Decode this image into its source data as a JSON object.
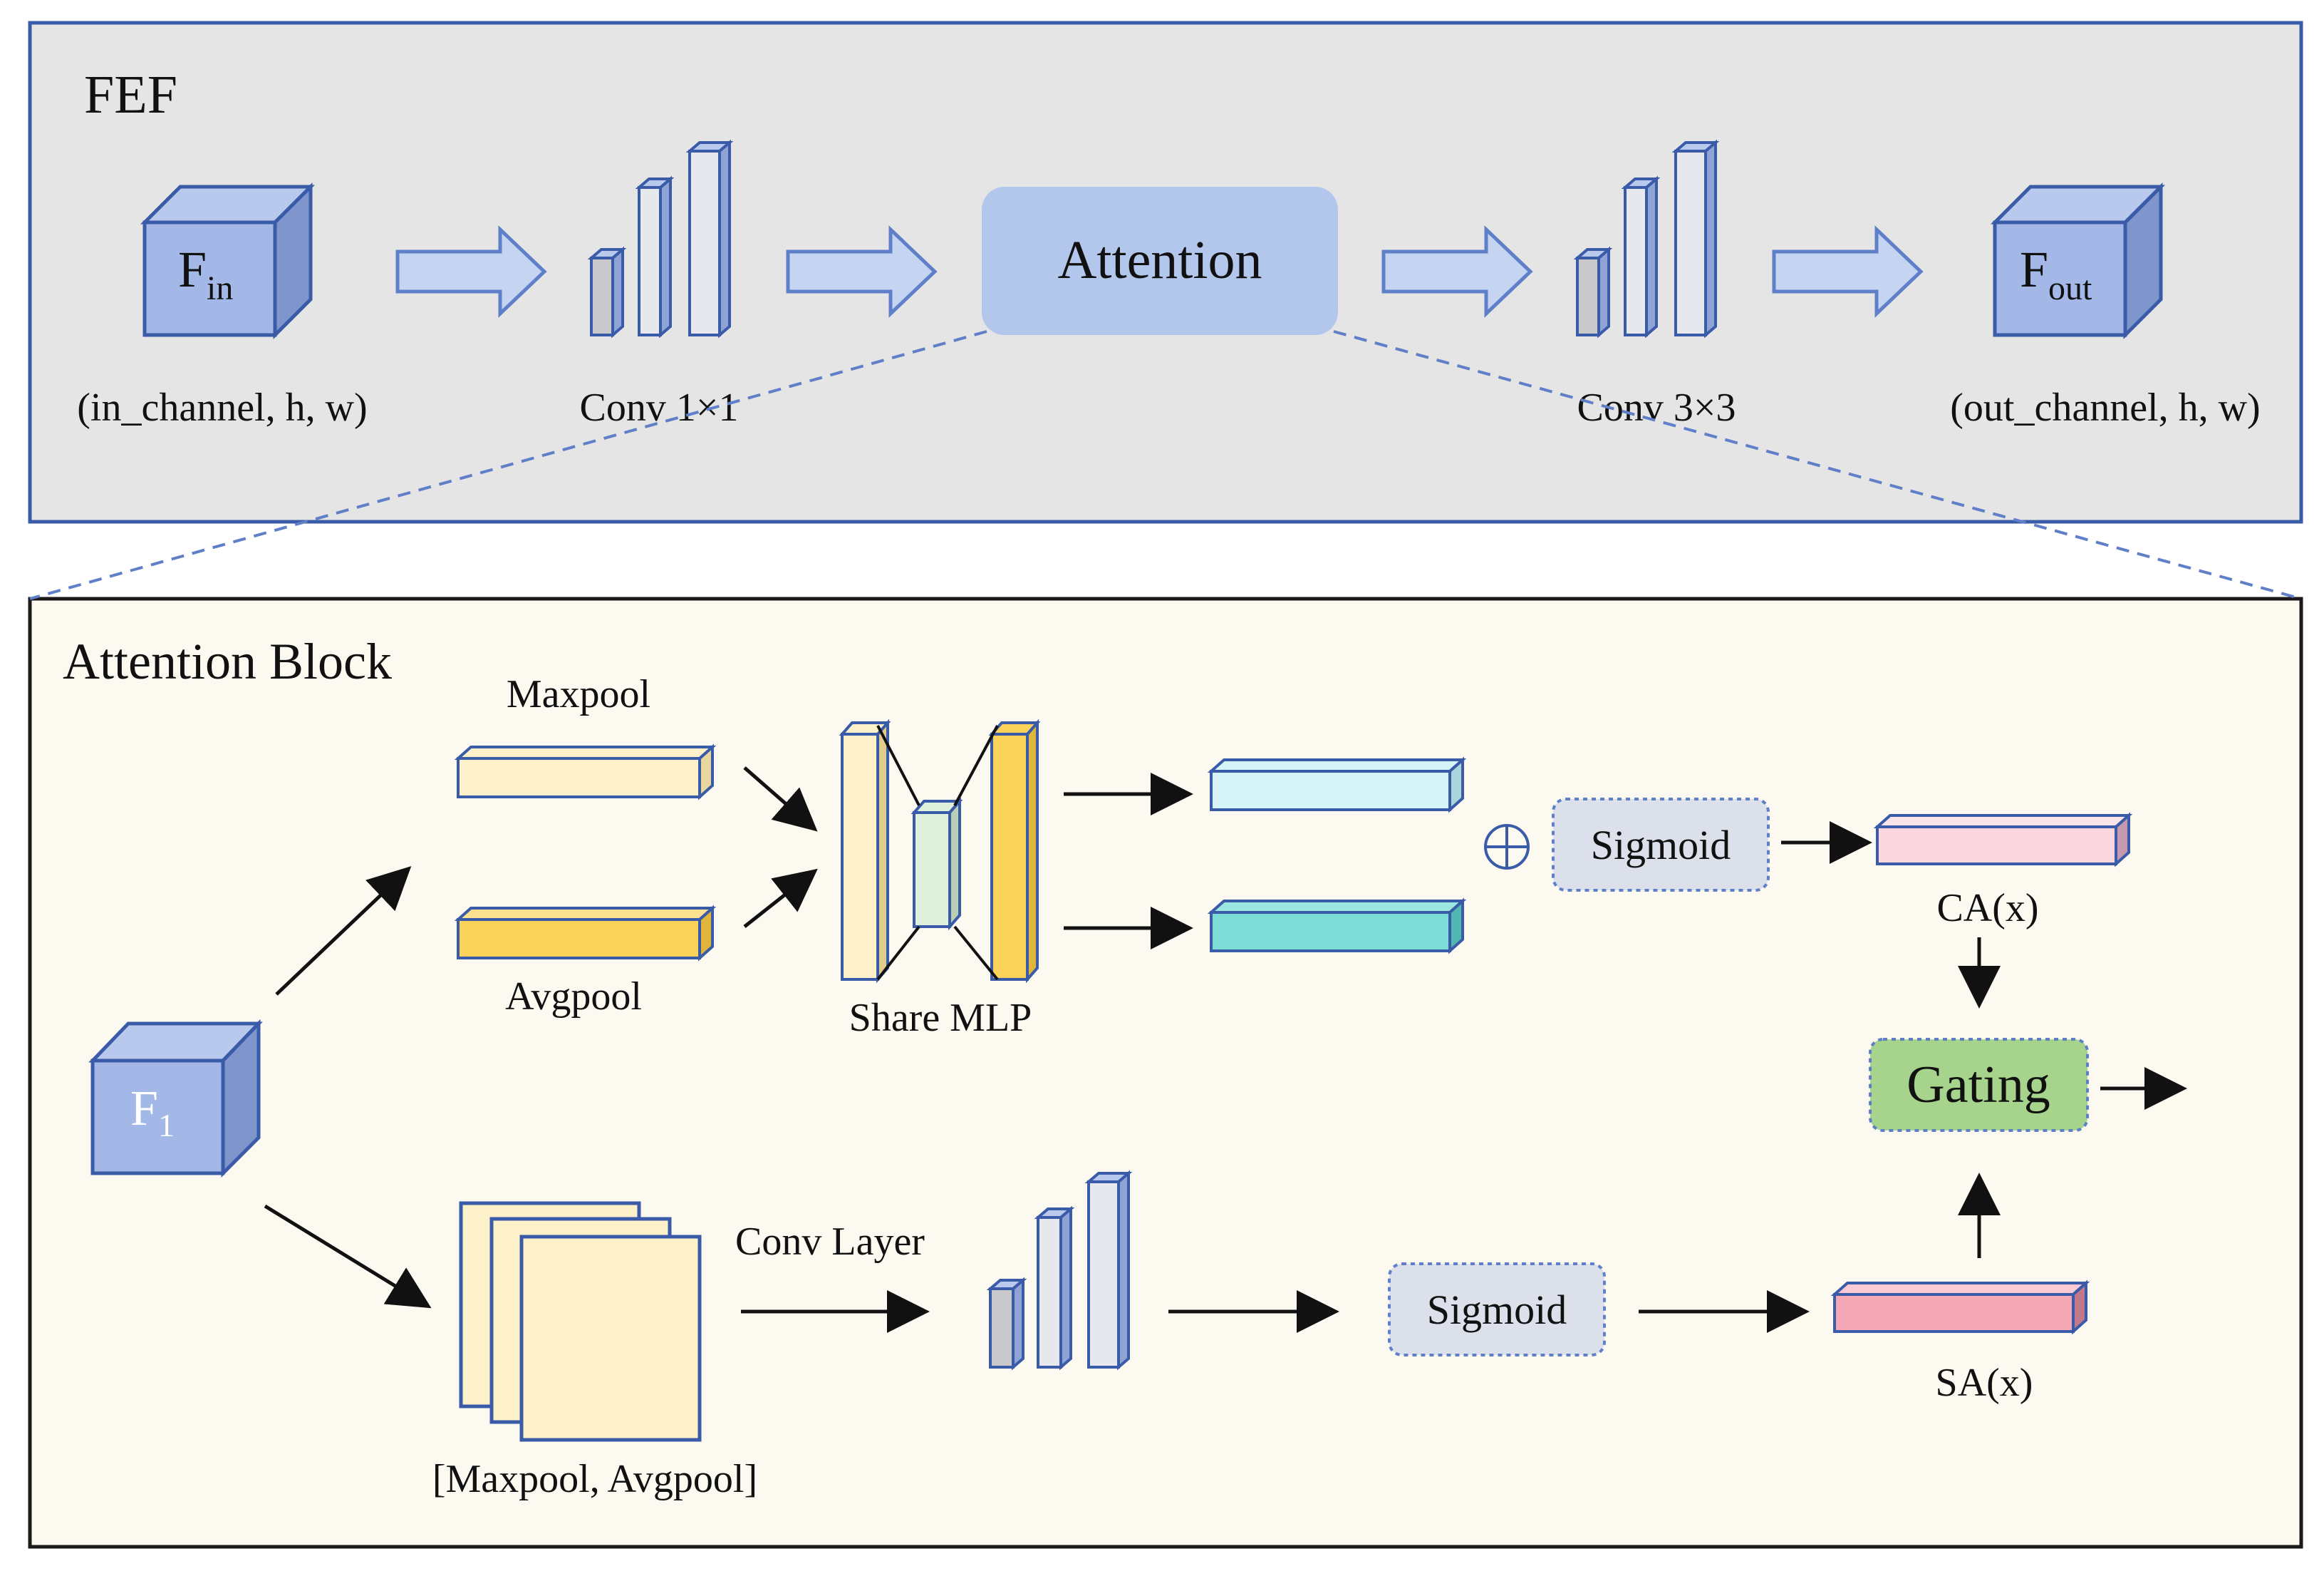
{
  "fef": {
    "title": "FEF",
    "input_label": "F",
    "input_sub": "in",
    "input_dims": "(in_channel, h, w)",
    "conv1_label": "Conv 1×1",
    "attention_label": "Attention",
    "conv3_label": "Conv 3×3",
    "output_label": "F",
    "output_sub": "out",
    "output_dims": "(out_channel, h, w)"
  },
  "attention_block": {
    "title": "Attention Block",
    "input_label": "F",
    "input_sub": "1",
    "maxpool_label": "Maxpool",
    "avgpool_label": "Avgpool",
    "share_mlp_label": "Share MLP",
    "plus_symbol": "⊕",
    "sigmoid_top_label": "Sigmoid",
    "ca_label": "CA(x)",
    "gating_label": "Gating",
    "concat_label": "[Maxpool, Avgpool]",
    "conv_layer_label": "Conv Layer",
    "sigmoid_bottom_label": "Sigmoid",
    "sa_label": "SA(x)"
  },
  "colors": {
    "fef_bg": "#e5e5e5",
    "fef_border": "#3a5ca8",
    "block_bg": "#fcfaf0",
    "block_border": "#1a1a1a",
    "cube_face": "#a3b8e6",
    "cube_side": "#7f96cc",
    "arrow_fill": "#c5d4f0",
    "arrow_stroke": "#5f7fc8",
    "attention_box": "#b3c6ec",
    "dashed_line": "#5f7fc8",
    "bar_light": "#fdf1c9",
    "bar_gold": "#fcd35a",
    "bar_lightcyan": "#d6f4f7",
    "bar_teal": "#7edcd6",
    "bar_pink_light": "#fad6de",
    "bar_pink": "#f4a7b4",
    "mlp_center": "#dff0dc",
    "sigmoid_box": "#dbe0ea",
    "gating_box": "#a6d48c",
    "conv_bar_gray": "#c9c9cc",
    "conv_bar_light": "#e7e8ee"
  },
  "icons": [
    "right-arrow-icon",
    "plus-circle-icon",
    "cube-icon"
  ]
}
